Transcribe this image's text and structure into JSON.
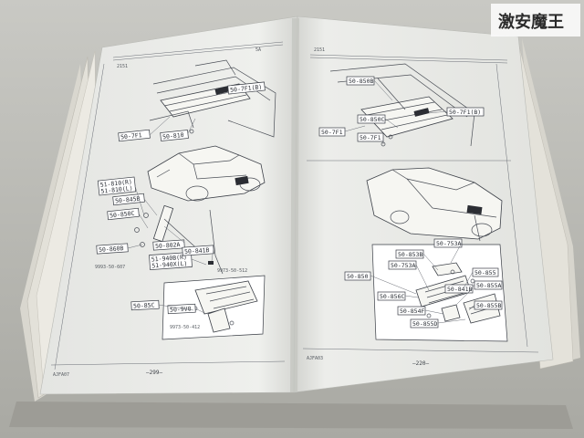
{
  "watermark": {
    "text": "激安魔王"
  },
  "left_page": {
    "header_left": "2151",
    "header_right": "5A",
    "page_number": "—299—",
    "footer_code": "AJFA07",
    "callouts": [
      {
        "id": "c1",
        "text": "50-7F1(B)"
      },
      {
        "id": "c2",
        "text": "50-7F1"
      },
      {
        "id": "c3",
        "text": "50-810"
      },
      {
        "id": "c4",
        "text": "51-810(R)"
      },
      {
        "id": "c5",
        "text": "51-810(L)"
      },
      {
        "id": "c6",
        "text": "50-845B"
      },
      {
        "id": "c7",
        "text": "50-850C"
      },
      {
        "id": "c8",
        "text": "50-860B"
      },
      {
        "id": "c9",
        "text": "50-802A"
      },
      {
        "id": "c10",
        "text": "51-940B(R)"
      },
      {
        "id": "c11",
        "text": "51-940X(L)"
      },
      {
        "id": "c12",
        "text": "50-841B"
      },
      {
        "id": "c13",
        "text": "9973-50-512"
      },
      {
        "id": "c14",
        "text": "50-85C"
      },
      {
        "id": "c15",
        "text": "50-9V0"
      },
      {
        "id": "c16",
        "text": "9973-50-412"
      },
      {
        "id": "c17",
        "text": "9993-50-607"
      }
    ]
  },
  "right_page": {
    "header_left": "2151",
    "page_number": "—220—",
    "footer_code": "AJFA03",
    "callouts": [
      {
        "id": "d1",
        "text": "50-850B"
      },
      {
        "id": "d2",
        "text": "50-7F1(B)"
      },
      {
        "id": "d3",
        "text": "50-850C"
      },
      {
        "id": "d4",
        "text": "50-7F1"
      },
      {
        "id": "d5",
        "text": "50-7F1"
      },
      {
        "id": "d6",
        "text": "50-753A"
      },
      {
        "id": "d7",
        "text": "50-853B"
      },
      {
        "id": "d8",
        "text": "50-753A"
      },
      {
        "id": "d9",
        "text": "50-850"
      },
      {
        "id": "d10",
        "text": "50-855"
      },
      {
        "id": "d11",
        "text": "50-855A"
      },
      {
        "id": "d12",
        "text": "50-841B"
      },
      {
        "id": "d13",
        "text": "50-855B"
      },
      {
        "id": "d14",
        "text": "50-856C"
      },
      {
        "id": "d15",
        "text": "50-854F"
      },
      {
        "id": "d16",
        "text": "50-855D"
      }
    ]
  }
}
